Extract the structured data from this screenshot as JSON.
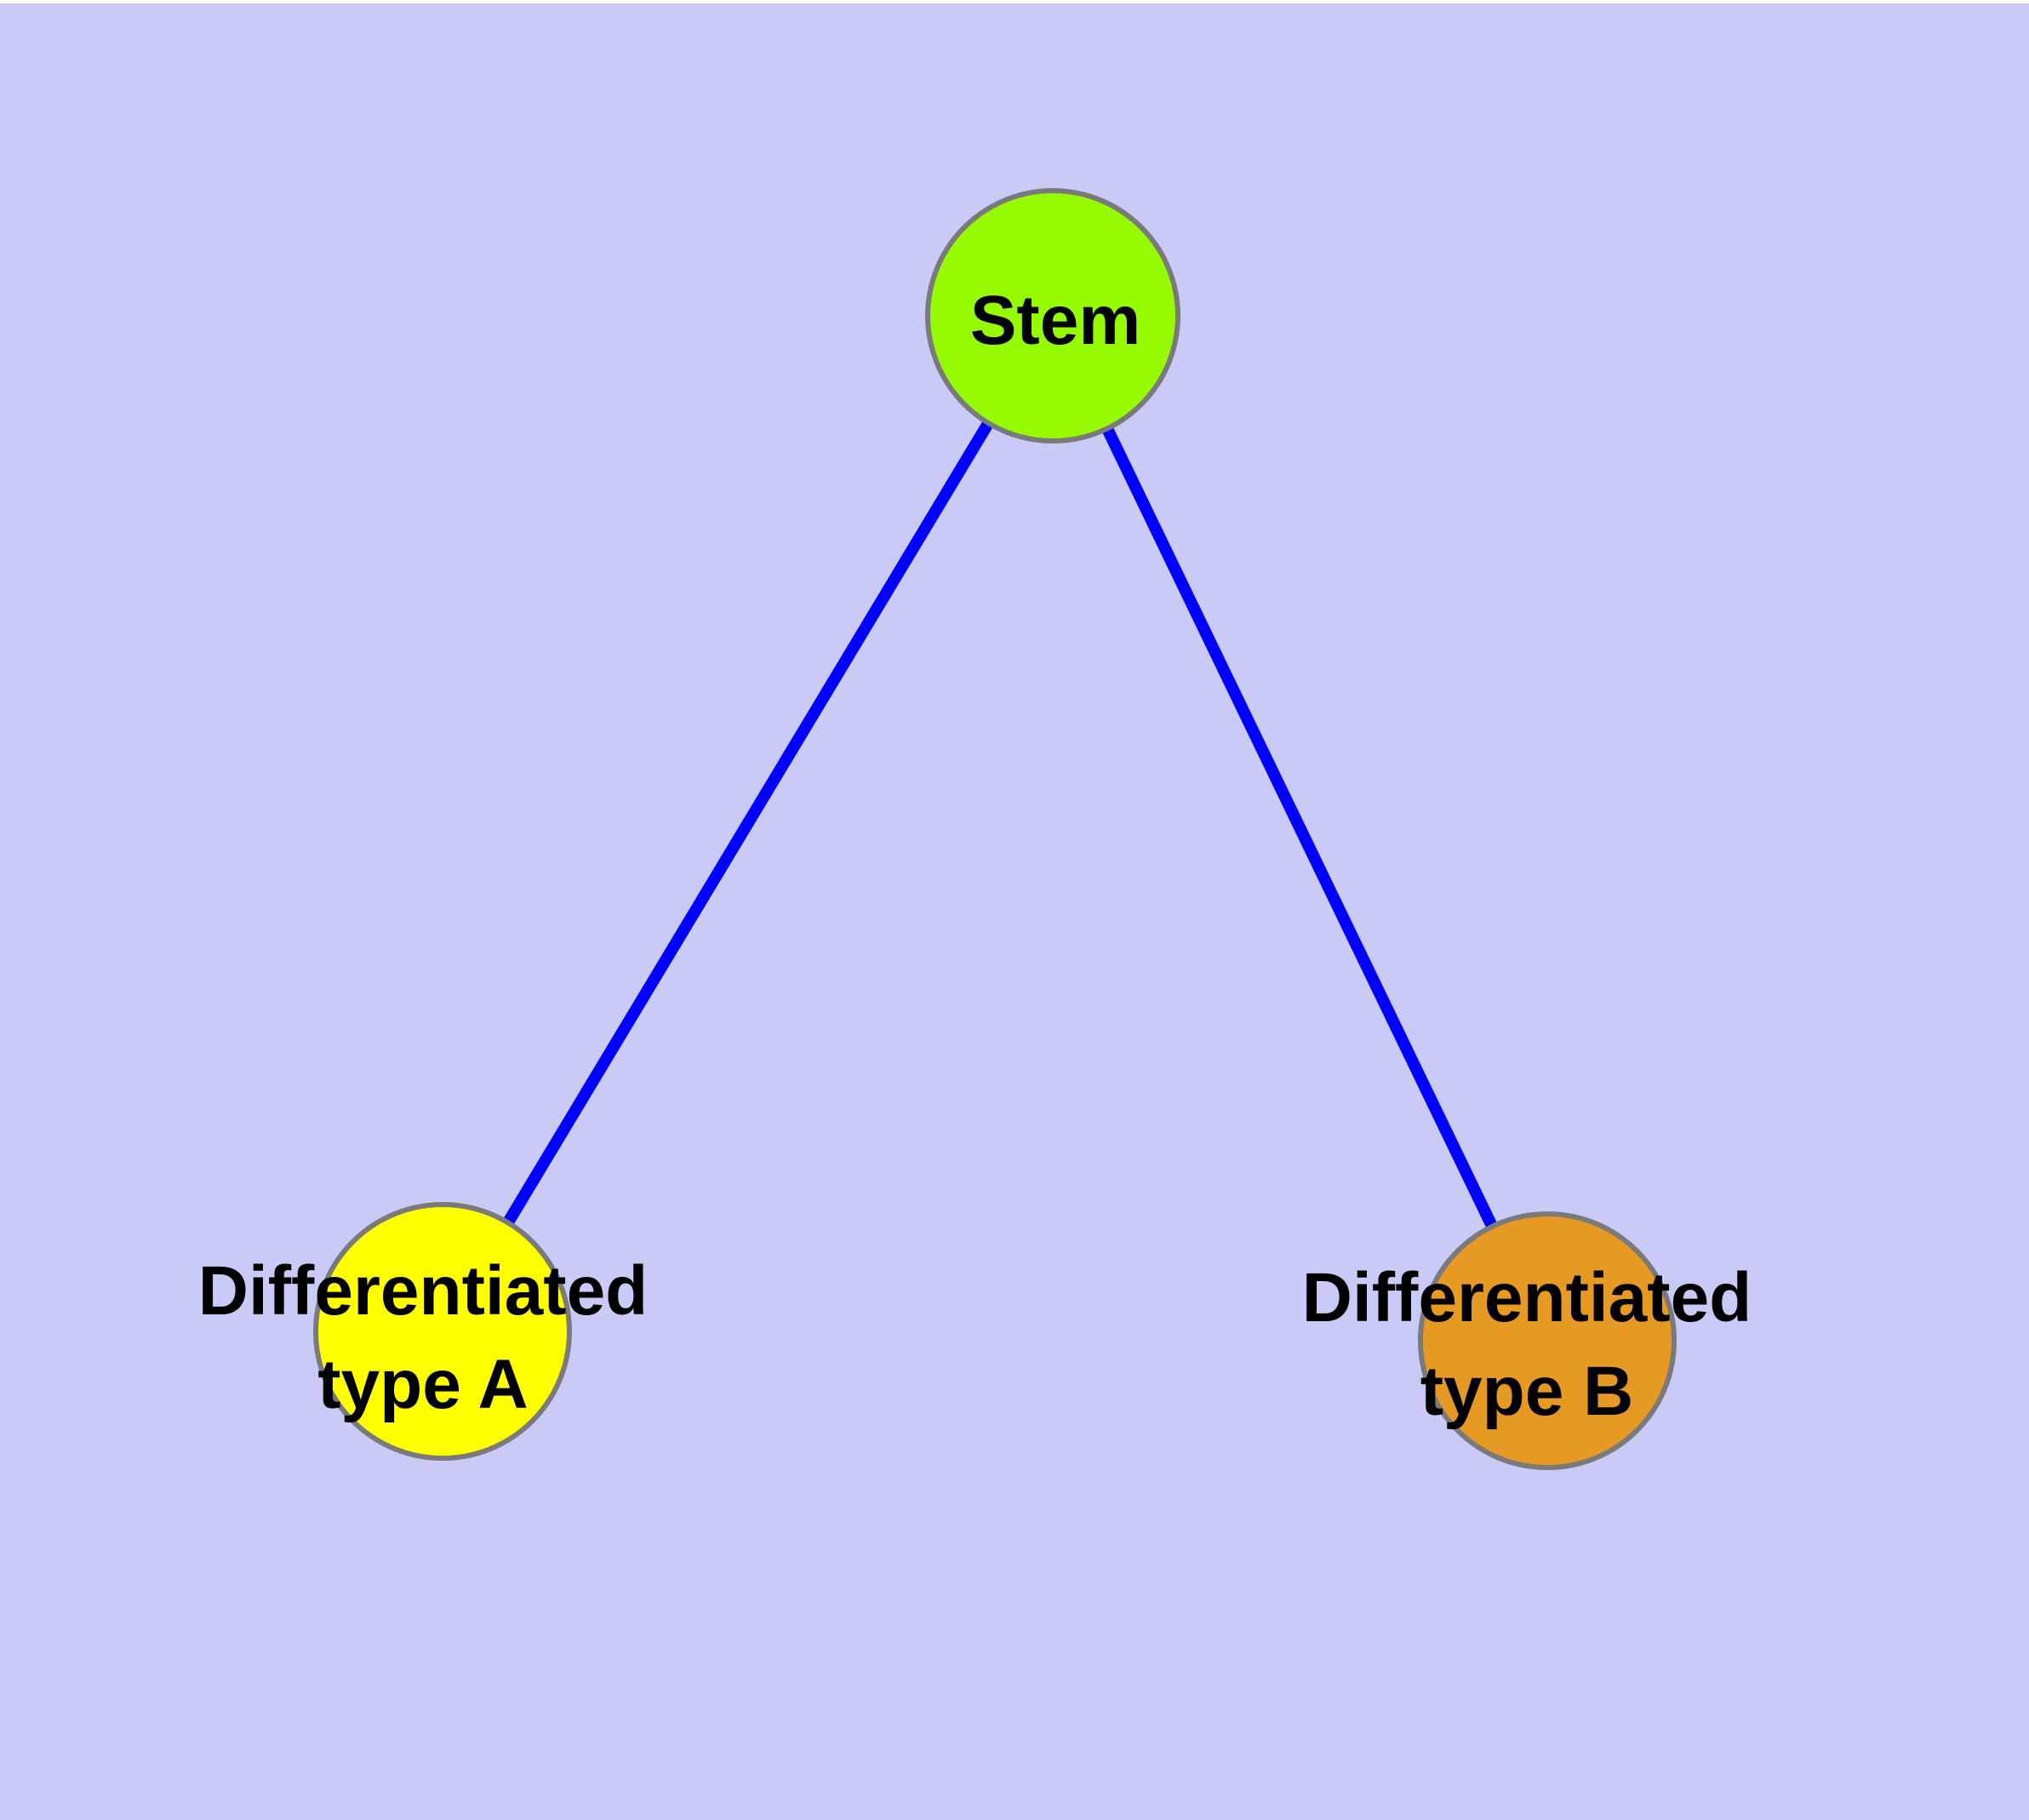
{
  "diagram": {
    "background_color": "#CACAF7",
    "top_margin_color": "#ffffff",
    "edge_style": {
      "color": "#0000FF"
    },
    "node_border_color": "#7A7A7A",
    "nodes": {
      "stem": {
        "label": "Stem",
        "fill_color": "#96FA02"
      },
      "typeA": {
        "label": "Differentiated\ntype A",
        "fill_color": "#FFFF00"
      },
      "typeB": {
        "label": "Differentiated\ntype B",
        "fill_color": "#E69A23"
      }
    },
    "edges": [
      {
        "from": "Stem",
        "to": "Differentiated type A"
      },
      {
        "from": "Stem",
        "to": "Differentiated type B"
      }
    ]
  }
}
